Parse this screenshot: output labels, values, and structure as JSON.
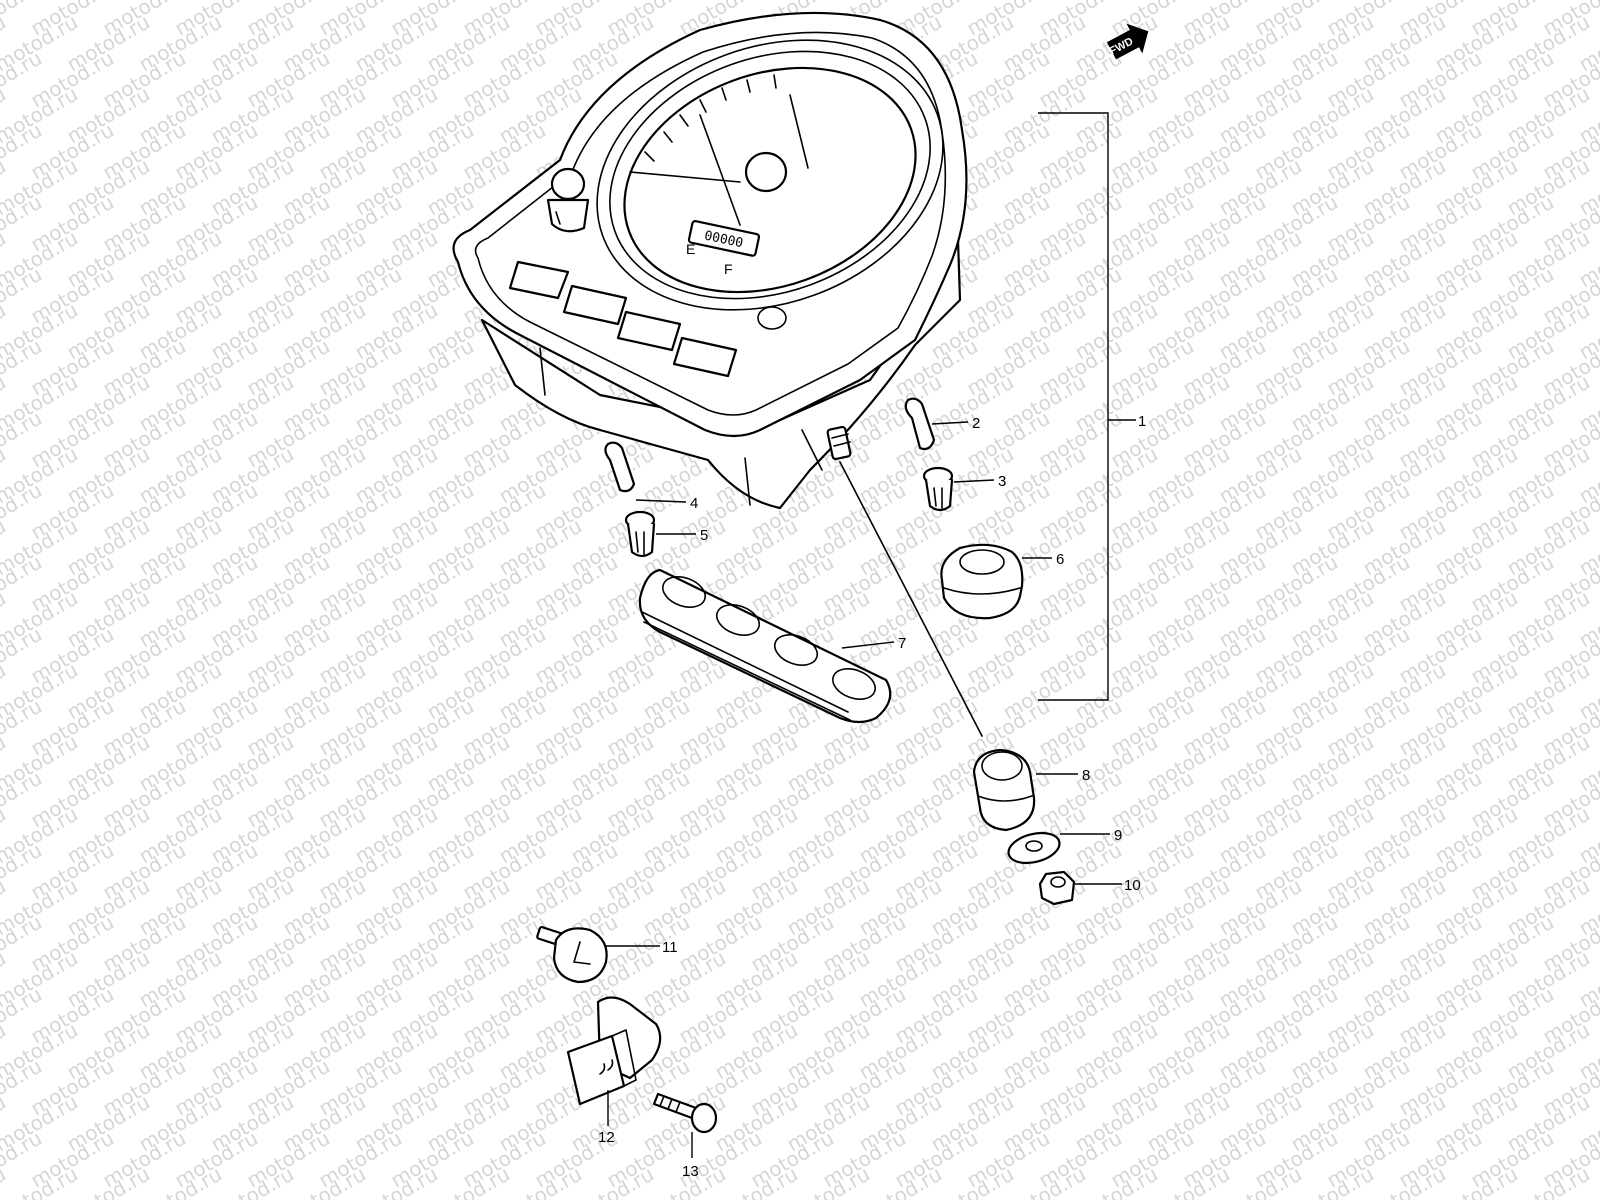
{
  "diagram": {
    "watermark": "motod.ru",
    "direction_badge": "FWD",
    "dial_letters": {
      "empty": "E",
      "full": "F"
    },
    "odometer_display": "00000",
    "callouts": [
      {
        "id": "c1",
        "label": "1"
      },
      {
        "id": "c2",
        "label": "2"
      },
      {
        "id": "c3",
        "label": "3"
      },
      {
        "id": "c4",
        "label": "4"
      },
      {
        "id": "c5",
        "label": "5"
      },
      {
        "id": "c6",
        "label": "6"
      },
      {
        "id": "c7",
        "label": "7"
      },
      {
        "id": "c8",
        "label": "8"
      },
      {
        "id": "c9",
        "label": "9"
      },
      {
        "id": "c10",
        "label": "10"
      },
      {
        "id": "c11",
        "label": "11"
      },
      {
        "id": "c12",
        "label": "12"
      },
      {
        "id": "c13",
        "label": "13"
      }
    ]
  }
}
